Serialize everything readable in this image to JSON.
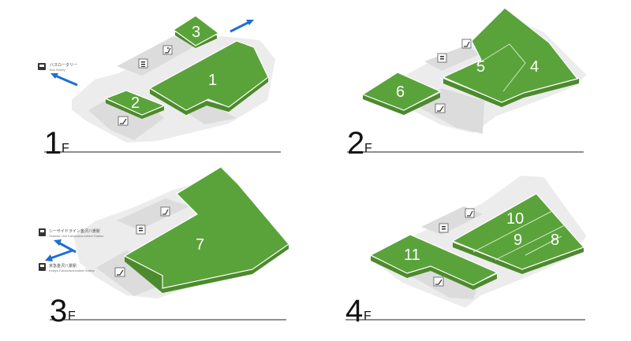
{
  "floors": [
    {
      "big": "1",
      "f": "F",
      "shops": [
        "1",
        "2",
        "3"
      ]
    },
    {
      "big": "2",
      "f": "F",
      "shops": [
        "4",
        "5",
        "6"
      ]
    },
    {
      "big": "3",
      "f": "F",
      "shops": [
        "7"
      ]
    },
    {
      "big": "4",
      "f": "F",
      "shops": [
        "8",
        "9",
        "10",
        "11"
      ]
    }
  ],
  "labels": {
    "bus_jp": "バスロータリー",
    "bus_en": "Bus Rotary",
    "seaside_jp": "シーサイドライン金沢八景駅",
    "seaside_en": "Seaside Line Kanazawa-hakkei Station",
    "keikyu_jp": "京急金沢八景駅",
    "keikyu_en": "Keikyu Kanazawa-hakkei Station"
  },
  "icons": [
    "restroom-icon",
    "escalator-icon",
    "elevator-icon",
    "bus-icon",
    "train-icon"
  ],
  "colors": {
    "shop": "#5aa33a",
    "common": "#dcdcdc",
    "arrow": "#1e6fd1"
  }
}
